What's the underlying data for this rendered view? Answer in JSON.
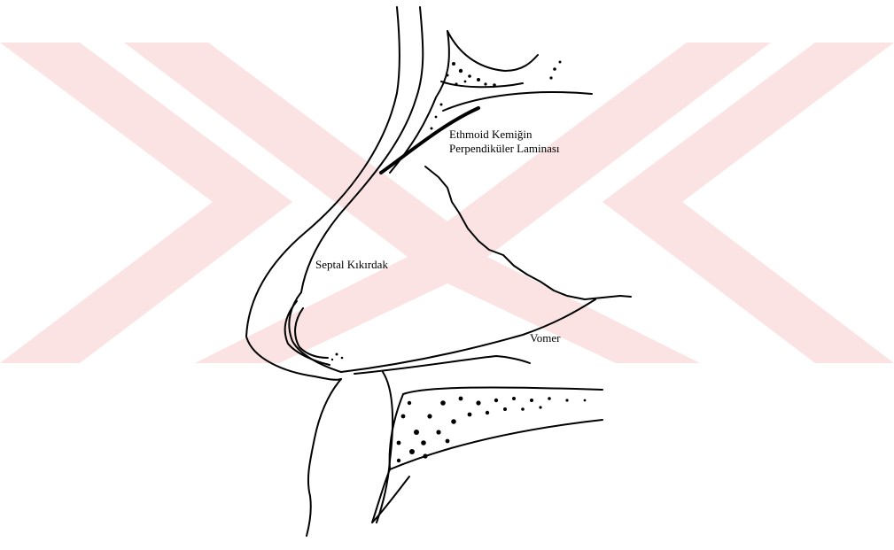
{
  "watermark": {
    "color": "#fbe3e3"
  },
  "labels": {
    "ethmoid_line1": "Ethmoid Kemiğin",
    "ethmoid_line2": "Perpendiküler Laminası",
    "septal": "Septal Kıkırdak",
    "vomer": "Vomer"
  }
}
